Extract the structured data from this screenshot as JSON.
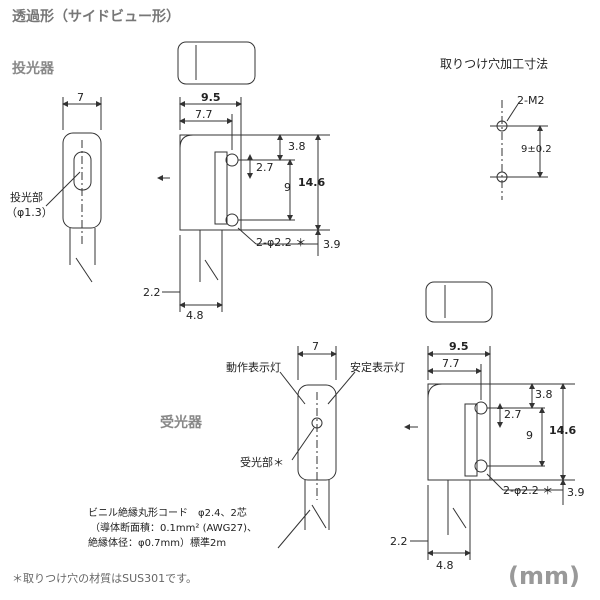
{
  "title": "透過形（サイドビュー形）",
  "sections": {
    "emitter": "投光器",
    "receiver": "受光器"
  },
  "mounting": {
    "title": "取りつけ穴加工寸法",
    "hole_label": "2-M2",
    "pitch": "9±0.2"
  },
  "emitter_dims": {
    "front_width": "7",
    "width_total": "9.5",
    "width_inner": "7.7",
    "top_offset": "3.8",
    "hole_dia_small": "2.7",
    "hole_pitch": "9",
    "height": "14.6",
    "hole_spec": "2-φ2.2 ＊",
    "bottom": "3.9",
    "cord_offset": "2.2",
    "cord_width": "4.8",
    "lens_label_1": "投光部",
    "lens_label_2": "（φ1.3）"
  },
  "receiver_dims": {
    "front_width": "7",
    "width_total": "9.5",
    "width_inner": "7.7",
    "top_offset": "3.8",
    "hole_dia_small": "2.7",
    "hole_pitch": "9",
    "height": "14.6",
    "hole_spec": "2-φ2.2 ＊",
    "bottom": "3.9",
    "cord_offset": "2.2",
    "cord_width": "4.8",
    "op_indicator": "動作表示灯",
    "stab_indicator": "安定表示灯",
    "receiver_part": "受光部＊"
  },
  "cable_note": {
    "line1": "ビニル絶縁丸形コード　φ2.4、2芯",
    "line2": "（導体断面積：0.1mm² (AWG27)、",
    "line3": "絶縁体径：φ0.7mm）標準2m"
  },
  "footnote": "＊取りつけ穴の材質はSUS301です。",
  "unit": "(mm)"
}
